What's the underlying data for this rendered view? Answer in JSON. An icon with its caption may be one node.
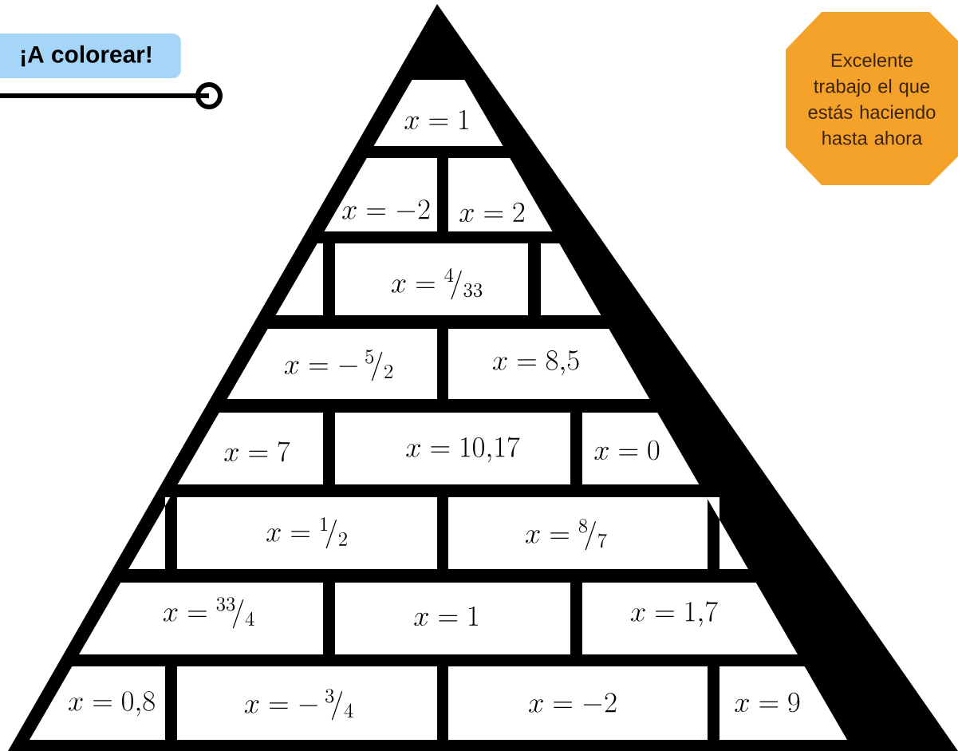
{
  "diagram": {
    "nodes": [
      {
        "text": [
          "¡A colorear!"
        ]
      },
      {
        "text": [
          "Excelente trabajo el que estás haciendo hasta ahora"
        ]
      },
      {
        "text": [
          "x = 1"
        ]
      },
      {
        "text": [
          "x = -2"
        ]
      },
      {
        "text": [
          "x = 2"
        ]
      },
      {
        "text": [],
        "shape": "box"
      },
      {
        "text": [
          "x = {}^{4}\\!/_{33}"
        ]
      },
      {
        "text": [],
        "shape": "box"
      },
      {
        "text": [
          "x = -\\,{}^{5}\\!/_{2}"
        ]
      },
      {
        "text": [
          "x = 8{,}5"
        ]
      },
      {
        "text": [
          "x = 7"
        ]
      },
      {
        "text": [
          "x = 10{,}17"
        ]
      },
      {
        "text": [
          "x = 0"
        ]
      },
      {
        "text": [],
        "shape": "box"
      },
      {
        "text": [
          "x = {}^{1}\\!/_{2}"
        ]
      },
      {
        "text": [
          "x = {}^{8}\\!/_{7}"
        ]
      },
      {
        "text": [],
        "shape": "box"
      },
      {
        "text": [
          "x = {}^{33}\\!/_{4}"
        ]
      },
      {
        "text": [
          "x = 1"
        ]
      },
      {
        "text": [
          "x = 1{,}7"
        ]
      },
      {
        "text": [
          "x = 0{,}8"
        ]
      },
      {
        "text": [
          "x = -\\,{}^{3}\\!/_{4}"
        ]
      },
      {
        "text": [
          "x = -2"
        ]
      },
      {
        "text": [
          "x = 9"
        ]
      }
    ]
  }
}
